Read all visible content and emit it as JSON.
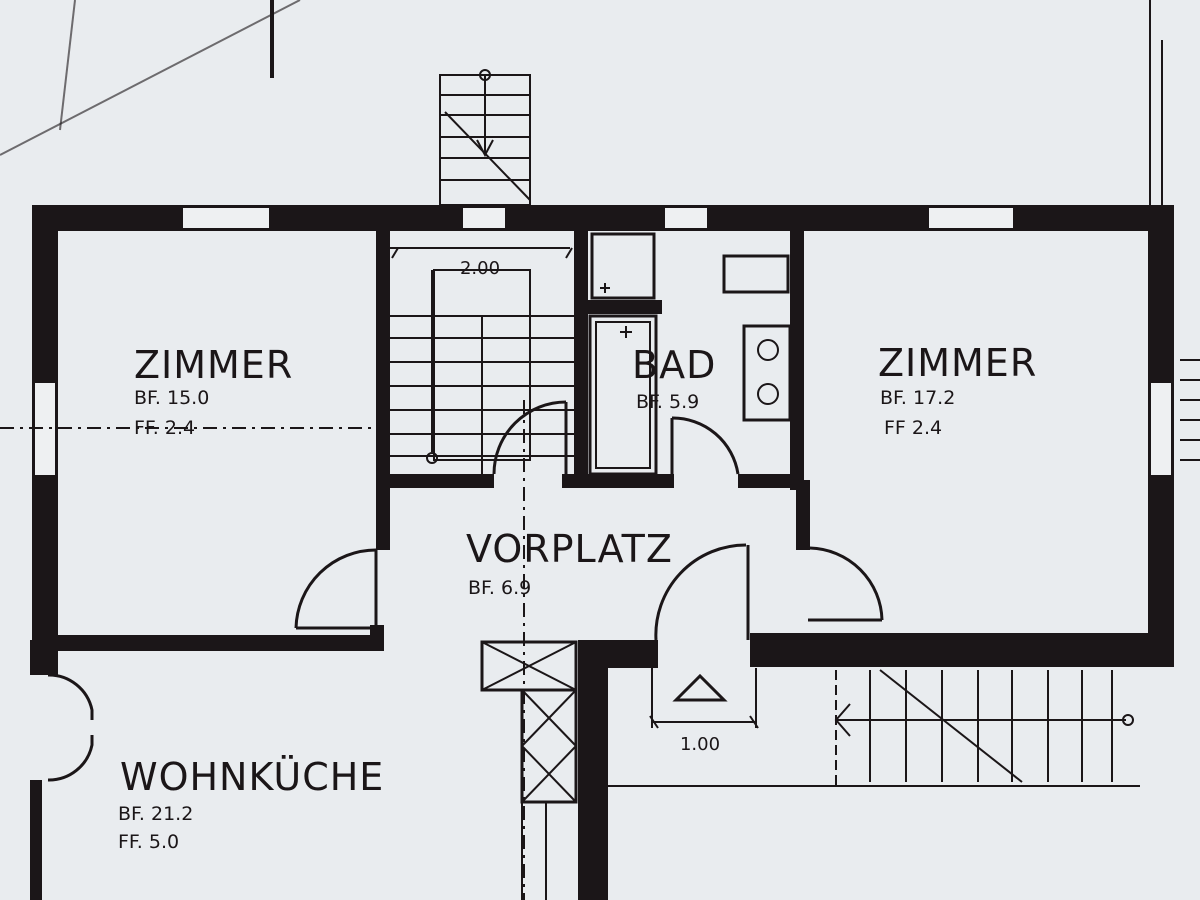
{
  "rooms": [
    {
      "id": "zimmer-left",
      "name": "ZIMMER",
      "bf": "BF. 15.0",
      "ff": "FF. 2.4"
    },
    {
      "id": "bad",
      "name": "BAD",
      "bf": "BF. 5.9"
    },
    {
      "id": "zimmer-right",
      "name": "ZIMMER",
      "bf": "BF. 17.2",
      "ff": "FF 2.4"
    },
    {
      "id": "vorplatz",
      "name": "VORPLATZ",
      "bf": "BF. 6.9"
    },
    {
      "id": "wohnkuche",
      "name": "WOHNKÜCHE",
      "bf": "BF. 21.2",
      "ff": "FF. 5.0"
    }
  ],
  "dimensions": {
    "stair_width": "2.00",
    "landing_width": "1.00"
  },
  "colors": {
    "ink": "#1b1618",
    "paper": "#e9ecef"
  }
}
